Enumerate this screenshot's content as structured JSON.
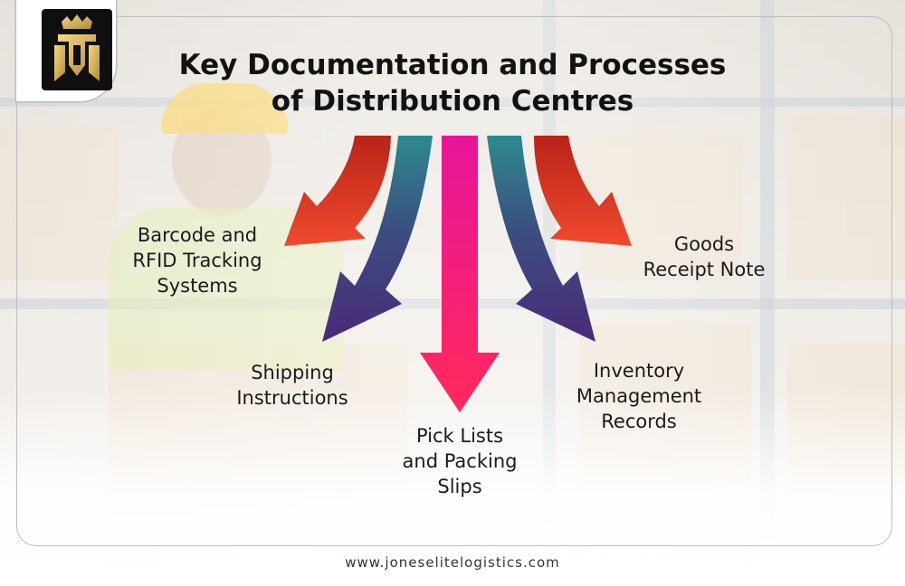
{
  "title_line1": "Key Documentation and Processes",
  "title_line2": "of Distribution Centres",
  "labels": {
    "barcode": [
      "Barcode and",
      "RFID Tracking",
      "Systems"
    ],
    "goods": [
      "Goods",
      "Receipt Note"
    ],
    "shipping": [
      "Shipping",
      "Instructions"
    ],
    "inventory": [
      "Inventory",
      "Management",
      "Records"
    ],
    "pick": [
      "Pick Lists",
      "and Packing",
      "Slips"
    ]
  },
  "footer_url": "www.joneselitelogistics.com",
  "colors": {
    "red_arrow": "#e8412b",
    "purple_arrow": "#4a2f7a",
    "teal_top": "#2e8a8f",
    "pink_arrow": "#ef1f78",
    "gold_logo": "#d8b35a"
  }
}
